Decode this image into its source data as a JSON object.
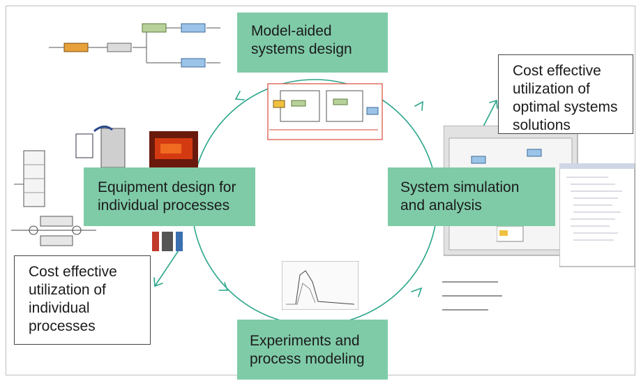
{
  "nodes": {
    "design": [
      "Model-aided",
      "systems design"
    ],
    "equipment": [
      "Equipment design for",
      "individual processes"
    ],
    "simulation": [
      "System simulation",
      "and analysis"
    ],
    "experiments": [
      "Experiments and",
      "process modeling"
    ]
  },
  "outcomes": {
    "systems": [
      "Cost effective",
      "utilization of",
      "optimal systems",
      "solutions"
    ],
    "individual": [
      "Cost effective",
      "utilization of",
      "individual",
      "processes"
    ]
  },
  "colors": {
    "node": "#7fcba8",
    "arrow": "#2aa58a",
    "frame": "#bdbdbd"
  }
}
